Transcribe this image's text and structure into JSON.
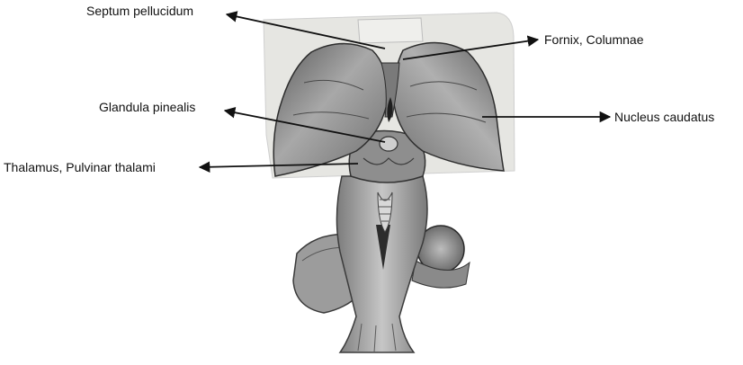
{
  "labels": {
    "septum_pellucidum": "Septum pellucidum",
    "fornix_columnae": "Fornix, Columnae",
    "glandula_pinealis": "Glandula pinealis",
    "nucleus_caudatus": "Nucleus caudatus",
    "thalamus_pulvinar": "Thalamus, Pulvinar thalami"
  },
  "colors": {
    "background": "#ffffff",
    "text": "#111111",
    "leader_line": "#111111",
    "cut_surface": "#e4e4e0",
    "tissue_light": "#c9c9c9",
    "tissue_mid": "#9a9a9a",
    "tissue_dark": "#4a4a4a",
    "shadow": "#2a2a2a"
  }
}
